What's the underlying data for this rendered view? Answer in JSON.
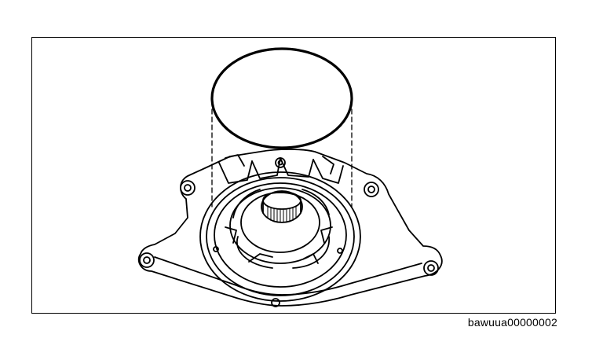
{
  "figure": {
    "id_label": "bawuua00000002",
    "parts": [
      "o-ring-seal",
      "oil-pump-housing"
    ],
    "line_color": "#000000",
    "background_color": "#ffffff"
  }
}
